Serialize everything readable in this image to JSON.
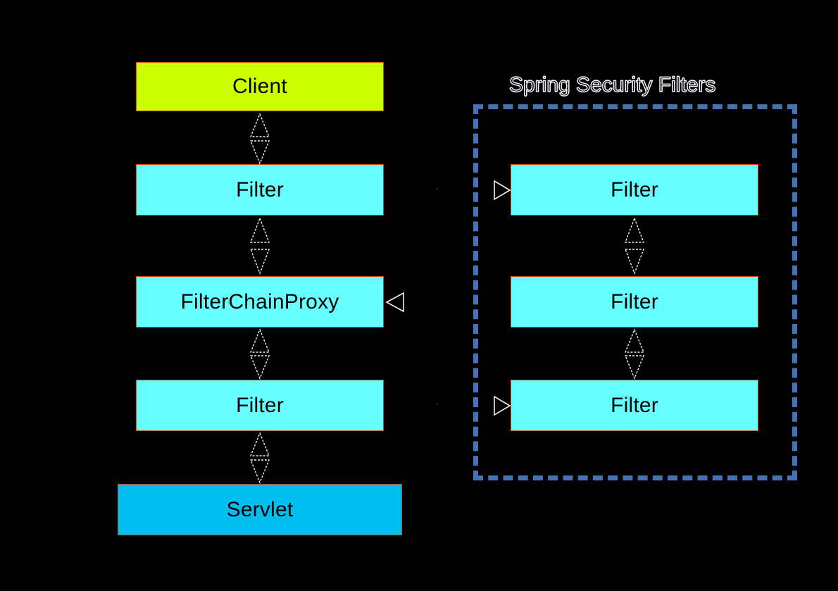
{
  "diagram": {
    "title_visible": "Spring Security Filters",
    "background_color": "#000000",
    "colors": {
      "client_fill": "#CCFF00",
      "filter_fill": "#66FFFF",
      "servlet_fill": "#00BFF0",
      "box_border": "#C84B1E",
      "group_dash": "#4472B8",
      "arrow_stroke": "#F0F0F0",
      "label_text": "#000000"
    },
    "left_chain": [
      {
        "label": "Client",
        "type": "client"
      },
      {
        "label": "Filter",
        "type": "filter"
      },
      {
        "label": "FilterChainProxy",
        "type": "proxy"
      },
      {
        "label": "Filter",
        "type": "filter"
      },
      {
        "label": "Servlet",
        "type": "servlet"
      }
    ],
    "security_group": {
      "title": "Spring Security Filters",
      "filters": [
        {
          "label": "Filter"
        },
        {
          "label": "Filter"
        },
        {
          "label": "Filter"
        }
      ]
    },
    "arrow_glyphs": {
      "up": "triangle-up-hollow",
      "down": "triangle-down-hollow",
      "left": "triangle-left-hollow",
      "right": "triangle-right-hollow"
    }
  }
}
